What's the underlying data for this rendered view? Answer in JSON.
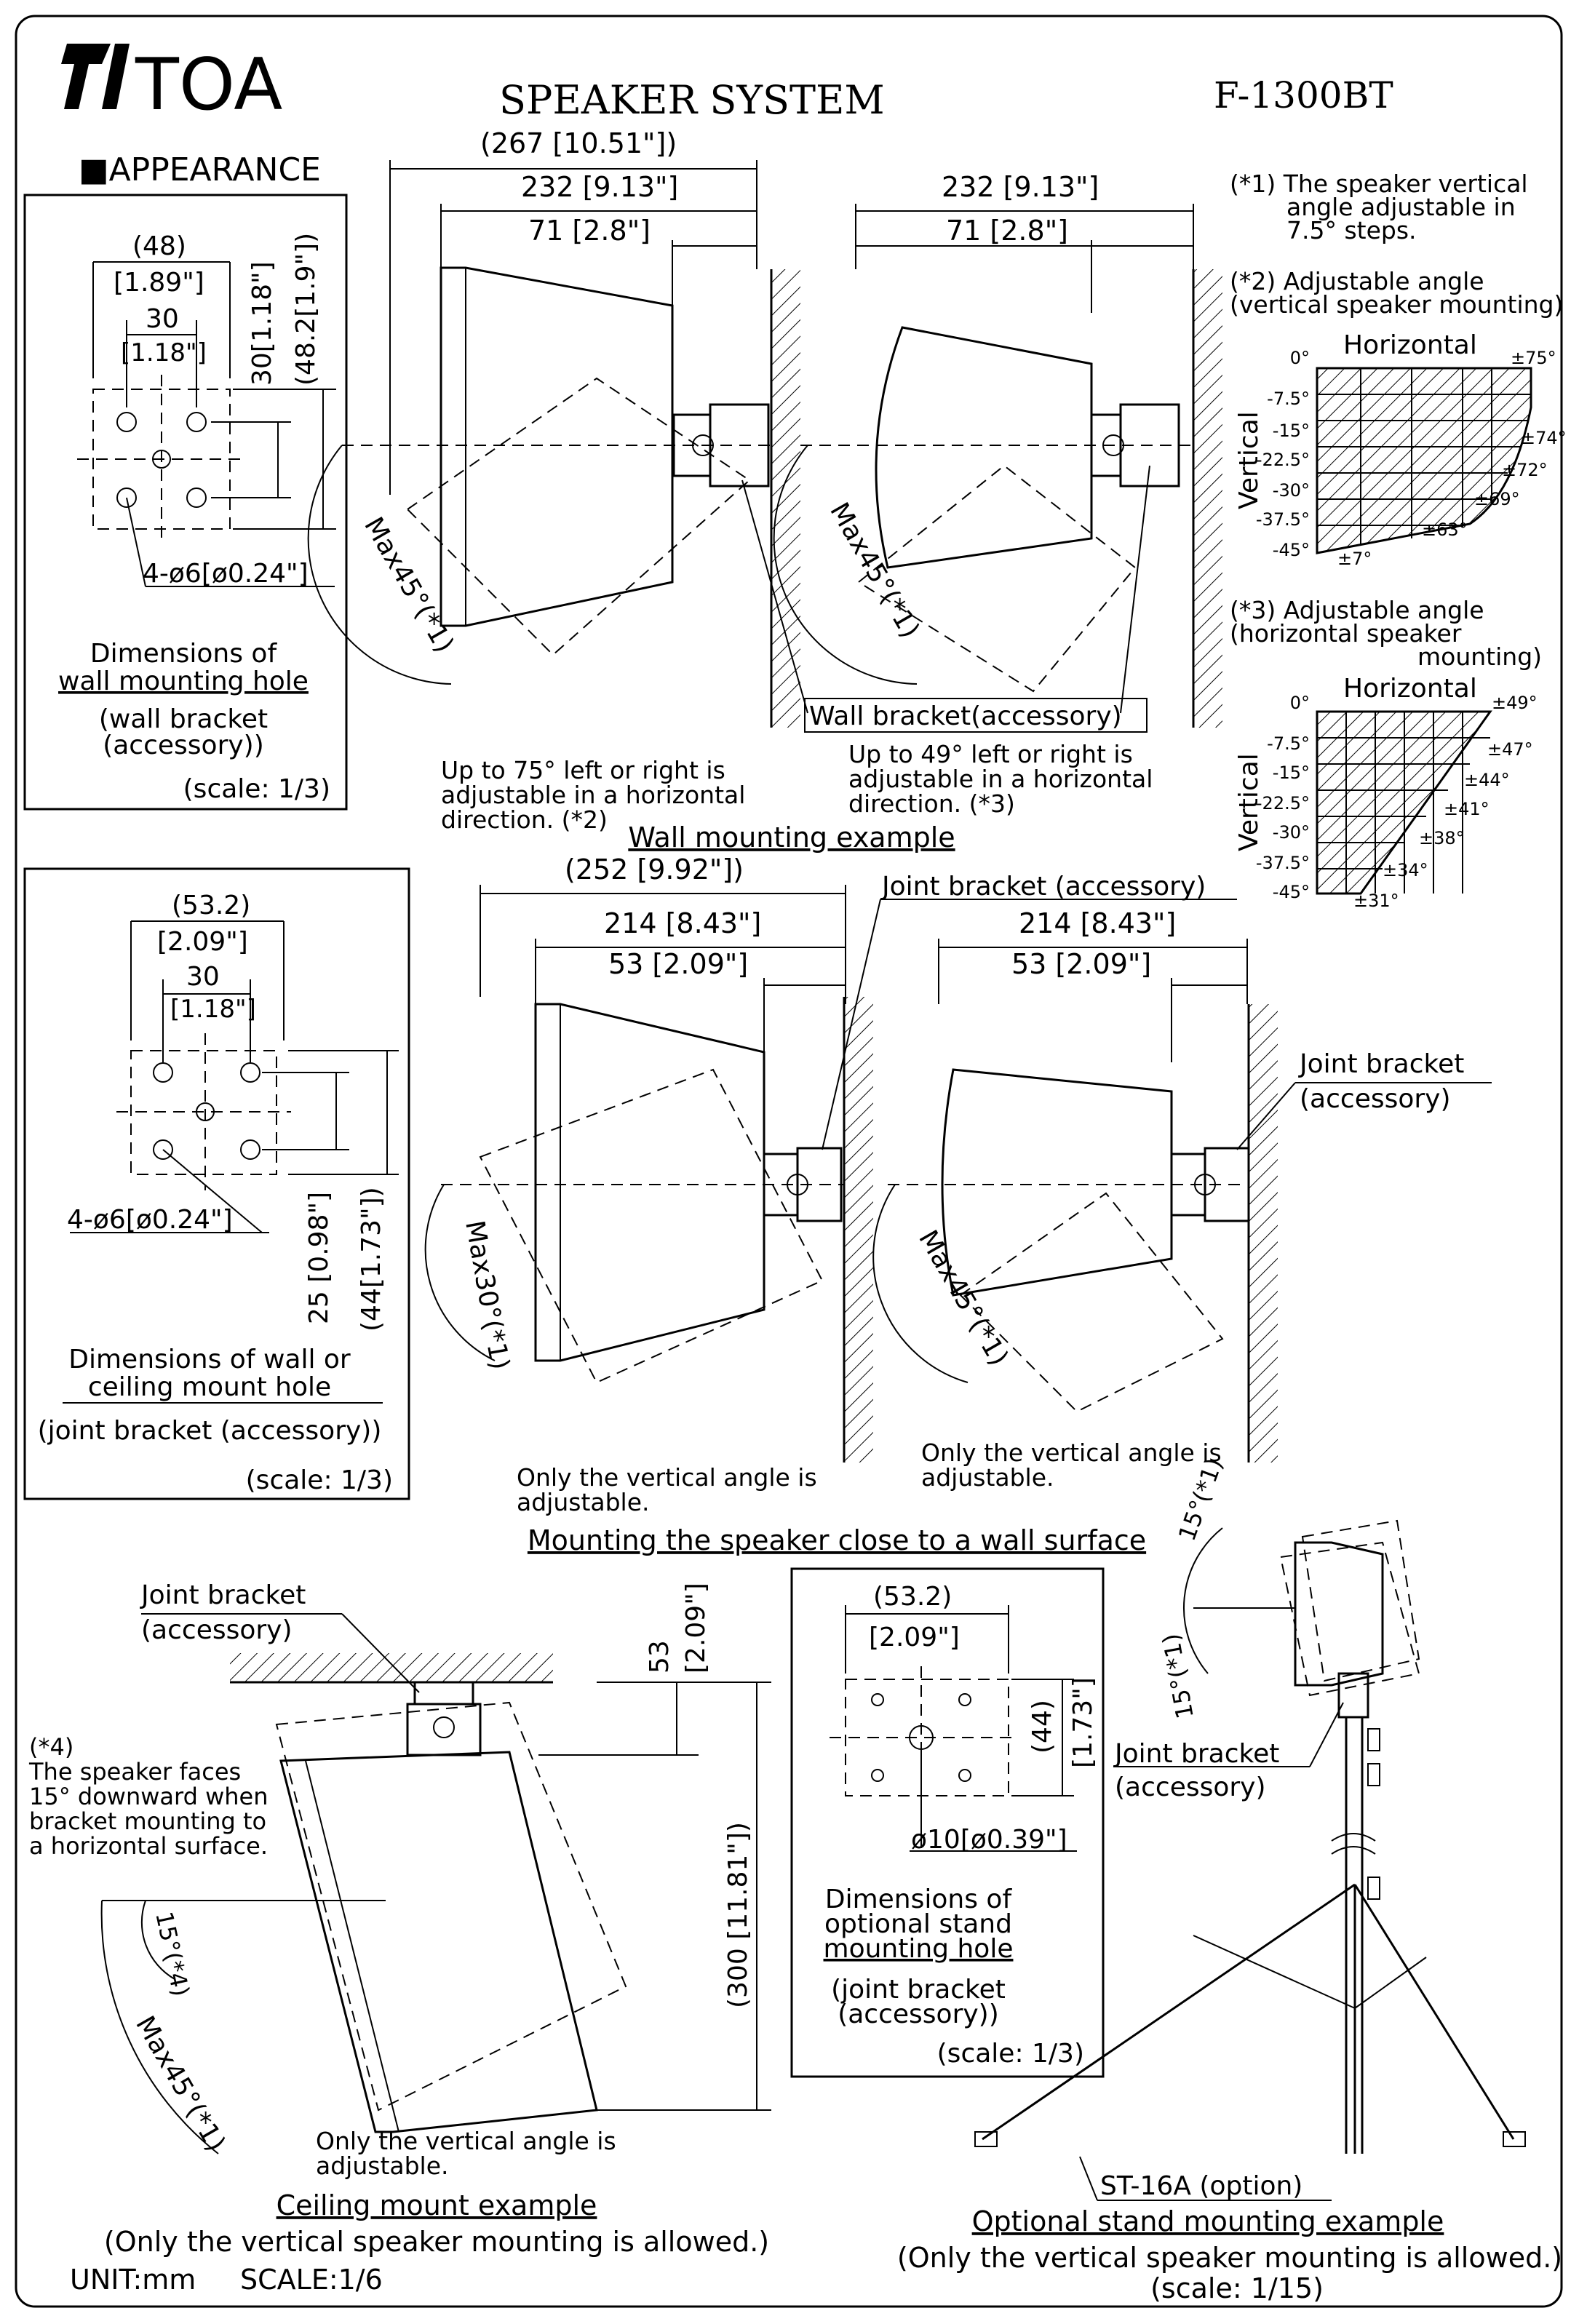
{
  "header": {
    "brand": "TOA",
    "title": "SPEAKER SYSTEM",
    "model": "F-1300BT",
    "section": "■APPEARANCE"
  },
  "notes": {
    "n1": [
      "(*1) The speaker vertical",
      "angle adjustable in",
      "7.5° steps."
    ],
    "n2": [
      "(*2) Adjustable angle",
      "(vertical speaker mounting)"
    ],
    "n3": [
      "(*3) Adjustable angle",
      "(horizontal speaker",
      "mounting)"
    ],
    "n4": [
      "(*4)",
      "The speaker faces",
      "15° downward when",
      "bracket mounting to",
      "a horizontal surface."
    ]
  },
  "angle_chart_1": {
    "title": "Horizontal",
    "axis": "Vertical",
    "rows": [
      "0°",
      "-7.5°",
      "-15°",
      "-22.5°",
      "-30°",
      "-37.5°",
      "-45°"
    ],
    "limits": [
      "±75°",
      "±74°",
      "±72°",
      "±69°",
      "±63°",
      "±7°"
    ]
  },
  "angle_chart_2": {
    "title": "Horizontal",
    "axis": "Vertical",
    "rows": [
      "0°",
      "-7.5°",
      "-15°",
      "-22.5°",
      "-30°",
      "-37.5°",
      "-45°"
    ],
    "limits": [
      "±49°",
      "±47°",
      "±44°",
      "±41°",
      "±38°",
      "±34°",
      "±31°"
    ]
  },
  "box_wall_hole": {
    "d1": "(48)",
    "d2": "[1.89\"]",
    "d3": "30",
    "d4": "[1.18\"]",
    "d5": "30[1.18\"]",
    "d6": "(48.2[1.9\"])",
    "holes": "4-ø6[ø0.24\"]",
    "caption1": "Dimensions of",
    "caption2": "wall mounting hole",
    "caption3": "(wall bracket",
    "caption4": "(accessory))",
    "scale": "(scale: 1/3)"
  },
  "box_joint_hole": {
    "d1": "(53.2)",
    "d2": "[2.09\"]",
    "d3": "30",
    "d4": "[1.18\"]",
    "d5": "25 [0.98\"]",
    "d6": "(44[1.73\"])",
    "holes": "4-ø6[ø0.24\"]",
    "caption1": "Dimensions of wall or",
    "caption2": "ceiling mount hole",
    "caption3": "(joint bracket (accessory))",
    "scale": "(scale: 1/3)"
  },
  "box_stand_hole": {
    "d1": "(53.2)",
    "d2": "[2.09\"]",
    "d3": "(44)",
    "d4": "[1.73\"]",
    "hole": "ø10[ø0.39\"]",
    "caption1": "Dimensions of",
    "caption2": "optional stand",
    "caption3": "mounting hole",
    "caption4": "(joint bracket",
    "caption5": "(accessory))",
    "scale": "(scale: 1/3)"
  },
  "wall_example": {
    "d_total": "(267 [10.51\"])",
    "d_a1": "232 [9.13\"]",
    "d_b1": "71 [2.8\"]",
    "d_a2": "232 [9.13\"]",
    "d_b2": "71 [2.8\"]",
    "max1": "Max45°(*1)",
    "max2": "Max45°(*1)",
    "bracket": "Wall bracket(accessory)",
    "note1": [
      "Up to 75° left or right is",
      "adjustable in a horizontal",
      "direction. (*2)"
    ],
    "note2": [
      "Up to 49° left or right is",
      "adjustable in a horizontal",
      "direction. (*3)"
    ],
    "caption": "Wall mounting example"
  },
  "close_wall_example": {
    "d_total": "(252 [9.92\"])",
    "d_a1": "214 [8.43\"]",
    "d_b1": "53 [2.09\"]",
    "d_a2": "214 [8.43\"]",
    "d_b2": "53 [2.09\"]",
    "joint1": "Joint bracket (accessory)",
    "joint2a": "Joint bracket",
    "joint2b": "(accessory)",
    "max1": "Max30°(*1)",
    "max2": "Max45°(*1)",
    "note1": [
      "Only the vertical angle is",
      "adjustable."
    ],
    "note2": [
      "Only the vertical angle is",
      "adjustable."
    ],
    "caption": "Mounting the speaker close to a wall surface"
  },
  "ceiling_example": {
    "joint_a": "Joint bracket",
    "joint_b": "(accessory)",
    "d1": "53",
    "d2": "[2.09\"]",
    "d3": "(300 [11.81\"])",
    "tilt": "15°(*4)",
    "max": "Max45°(*1)",
    "note": [
      "Only the vertical angle is",
      "adjustable."
    ],
    "caption1": "Ceiling mount example",
    "caption2": "(Only the vertical speaker mounting is allowed.)"
  },
  "stand_example": {
    "a1": "15°(*1)",
    "a2": "15°(*1)",
    "joint_a": "Joint bracket",
    "joint_b": "(accessory)",
    "stand": "ST-16A (option)",
    "caption1": "Optional stand mounting example",
    "caption2": "(Only the vertical speaker mounting is allowed.)",
    "caption3": "(scale: 1/15)"
  },
  "footer": {
    "unit": "UNIT:mm",
    "scale": "SCALE:1/6"
  }
}
